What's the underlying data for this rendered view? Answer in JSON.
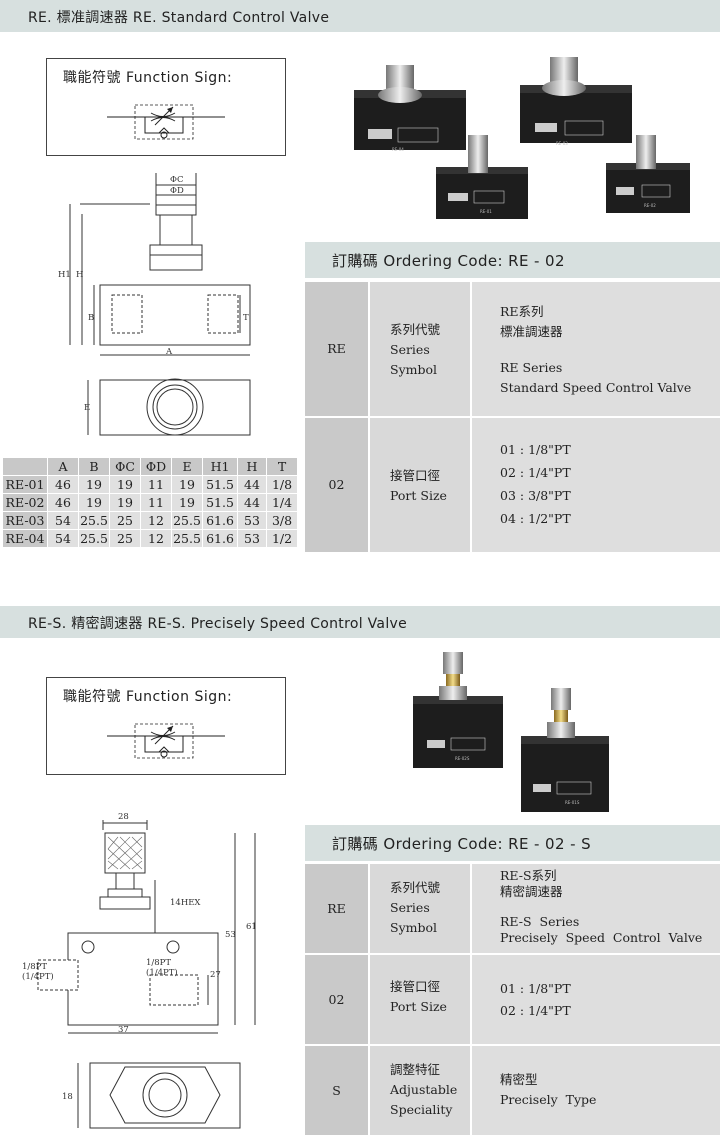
{
  "section1": {
    "title": "RE. 標准調速器   RE. Standard Control Valve",
    "function_sign": "職能符號   Function Sign:",
    "drawing_labels": {
      "phi_c": "ΦC",
      "phi_d": "ΦD",
      "h1": "H1",
      "h": "H",
      "b": "B",
      "t": "T",
      "a": "A",
      "e": "E"
    },
    "photo_labels": [
      "RE-04",
      "RE-03",
      "RE-01",
      "RE-02"
    ],
    "dimension_table": {
      "headers": [
        "",
        "A",
        "B",
        "ΦC",
        "ΦD",
        "E",
        "H1",
        "H",
        "T"
      ],
      "rows": [
        [
          "RE-01",
          "46",
          "19",
          "19",
          "11",
          "19",
          "51.5",
          "44",
          "1/8"
        ],
        [
          "RE-02",
          "46",
          "19",
          "19",
          "11",
          "19",
          "51.5",
          "44",
          "1/4"
        ],
        [
          "RE-03",
          "54",
          "25.5",
          "25",
          "12",
          "25.5",
          "61.6",
          "53",
          "3/8"
        ],
        [
          "RE-04",
          "54",
          "25.5",
          "25",
          "12",
          "25.5",
          "61.6",
          "53",
          "1/2"
        ]
      ]
    },
    "ordering": {
      "title": "訂購碼 Ordering Code:  RE - 02",
      "row1": {
        "code": "RE",
        "label": "系列代號\nSeries\nSymbol",
        "desc_zh": "RE系列\n標准調速器",
        "desc_en": "RE Series\nStandard Speed Control Valve"
      },
      "row2": {
        "code": "02",
        "label": "接管口徑\nPort Size",
        "options": [
          "01 : 1/8\"PT",
          "02 : 1/4\"PT",
          "03 : 3/8\"PT",
          "04 : 1/2\"PT"
        ]
      }
    }
  },
  "section2": {
    "title": "RE-S. 精密調速器   RE-S. Precisely Speed Control Valve",
    "function_sign": "職能符號   Function Sign:",
    "drawing_labels": {
      "w28": "28",
      "hex": "14HEX",
      "h53": "53",
      "h61": "61",
      "port_l": "1/8PT\n(1/4PT)",
      "port_r": "1/8PT\n(1/4PT)",
      "d27": "27",
      "w37": "37",
      "d18": "18"
    },
    "photo_labels": [
      "RE-02S",
      "RE-01S"
    ],
    "ordering": {
      "title": "訂購碼 Ordering Code: RE - 02 - S",
      "row1": {
        "code": "RE",
        "label": "系列代號\nSeries\nSymbol",
        "desc_zh": "RE-S系列\n精密調速器",
        "desc_en": "RE-S  Series\nPrecisely  Speed  Control  Valve"
      },
      "row2": {
        "code": "02",
        "label": "接管口徑\nPort Size",
        "options": [
          "01 : 1/8\"PT",
          "02 : 1/4\"PT"
        ]
      },
      "row3": {
        "code": "S",
        "label": "調整特征\nAdjustable\nSpeciality",
        "desc": "精密型\nPrecisely  Type"
      }
    }
  },
  "colors": {
    "header_band": "#d7e0df",
    "cell_dark": "#c9c9c9",
    "cell_light": "#dedede",
    "body_black": "#1a1a1a"
  }
}
